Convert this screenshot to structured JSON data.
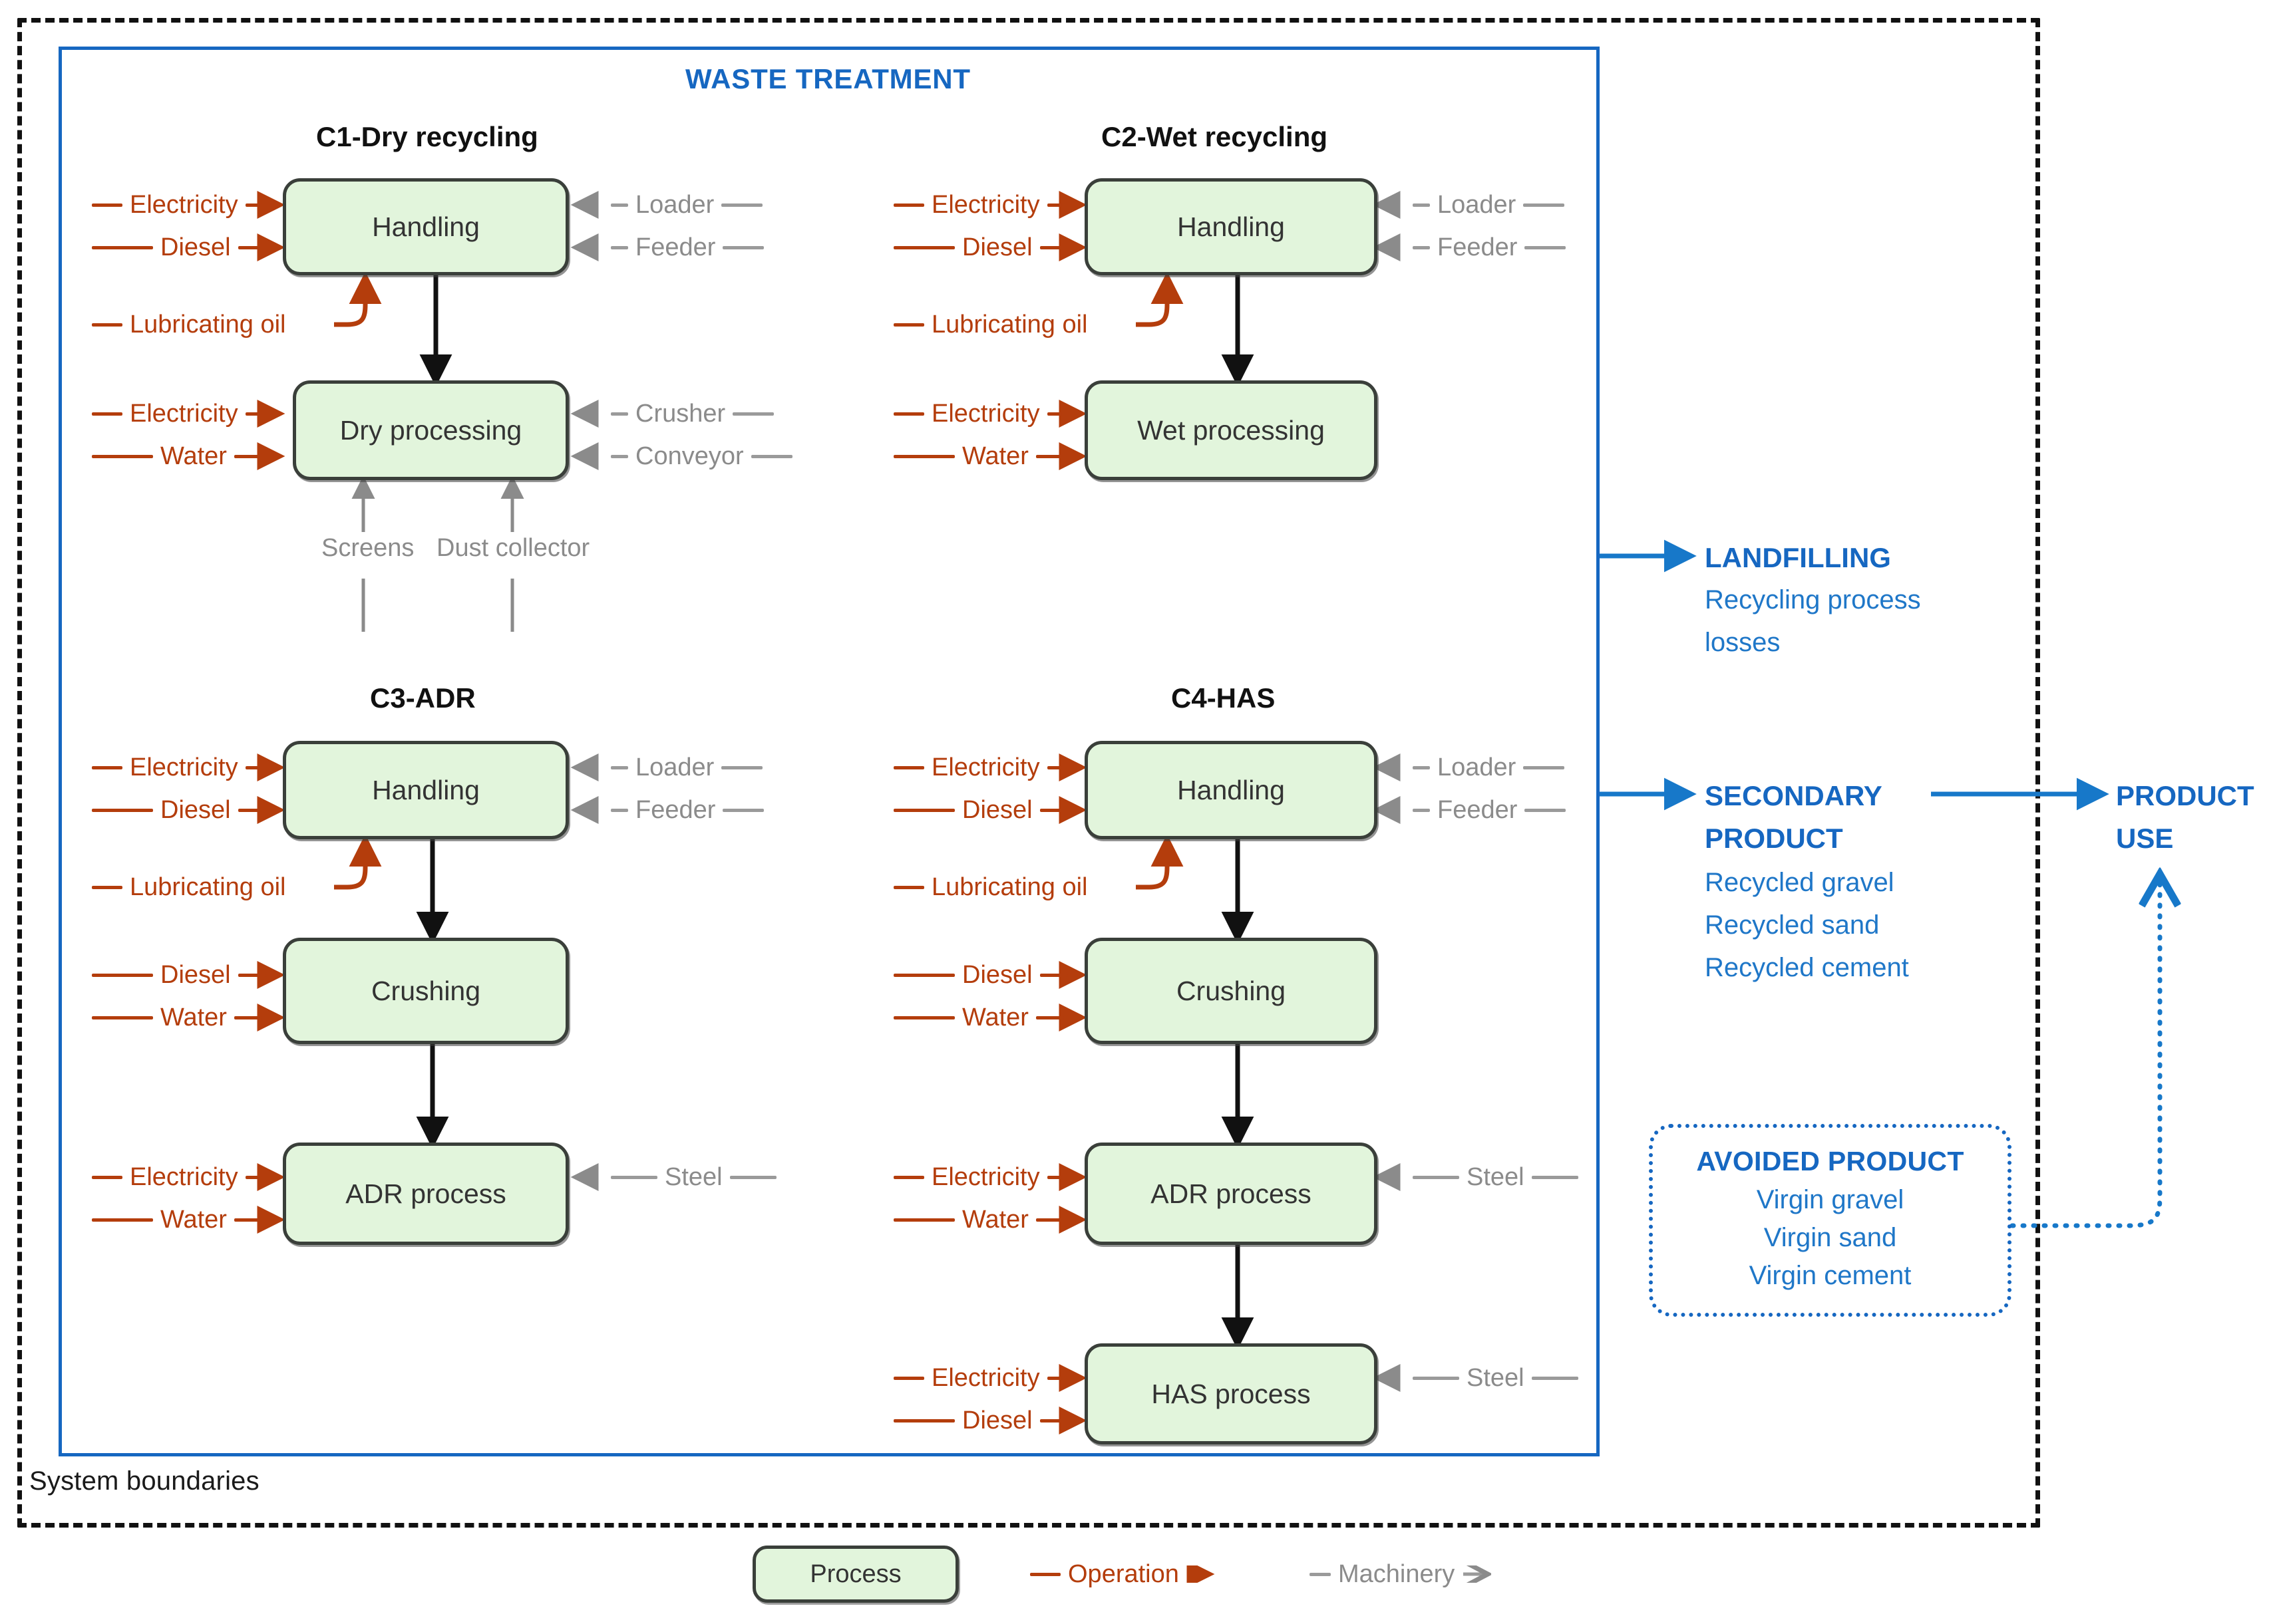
{
  "diagram": {
    "system_boundaries_label": "System boundaries",
    "waste_treatment_title": "WASTE TREATMENT",
    "colors": {
      "process_fill": "#e2f5dc",
      "process_border": "#3a3f3a",
      "operation": "#b43d0c",
      "machinery": "#9a9a9a",
      "blue": "#1667c1",
      "blue_light": "#1f77c8"
    }
  },
  "scenarios": [
    {
      "id": "c1",
      "title": "C1-Dry recycling",
      "steps": [
        {
          "name": "Handling",
          "operations": [
            "Electricity",
            "Diesel"
          ],
          "curved_operation": "Lubricating oil",
          "machinery": [
            "Loader",
            "Feeder"
          ],
          "bottom_machinery": []
        },
        {
          "name": "Dry processing",
          "operations": [
            "Electricity",
            "Water"
          ],
          "curved_operation": null,
          "machinery": [
            "Crusher",
            "Conveyor"
          ],
          "bottom_machinery": [
            "Screens",
            "Dust collector"
          ]
        }
      ]
    },
    {
      "id": "c2",
      "title": "C2-Wet recycling",
      "steps": [
        {
          "name": "Handling",
          "operations": [
            "Electricity",
            "Diesel"
          ],
          "curved_operation": "Lubricating oil",
          "machinery": [
            "Loader",
            "Feeder"
          ],
          "bottom_machinery": []
        },
        {
          "name": "Wet processing",
          "operations": [
            "Electricity",
            "Water"
          ],
          "curved_operation": null,
          "machinery": [],
          "bottom_machinery": []
        }
      ]
    },
    {
      "id": "c3",
      "title": "C3-ADR",
      "steps": [
        {
          "name": "Handling",
          "operations": [
            "Electricity",
            "Diesel"
          ],
          "curved_operation": "Lubricating oil",
          "machinery": [
            "Loader",
            "Feeder"
          ],
          "bottom_machinery": []
        },
        {
          "name": "Crushing",
          "operations": [
            "Diesel",
            "Water"
          ],
          "curved_operation": null,
          "machinery": [],
          "bottom_machinery": []
        },
        {
          "name": "ADR process",
          "operations": [
            "Electricity",
            "Water"
          ],
          "curved_operation": null,
          "machinery": [
            "Steel"
          ],
          "bottom_machinery": []
        }
      ]
    },
    {
      "id": "c4",
      "title": "C4-HAS",
      "steps": [
        {
          "name": "Handling",
          "operations": [
            "Electricity",
            "Diesel"
          ],
          "curved_operation": "Lubricating oil",
          "machinery": [
            "Loader",
            "Feeder"
          ],
          "bottom_machinery": []
        },
        {
          "name": "Crushing",
          "operations": [
            "Diesel",
            "Water"
          ],
          "curved_operation": null,
          "machinery": [],
          "bottom_machinery": []
        },
        {
          "name": "ADR process",
          "operations": [
            "Electricity",
            "Water"
          ],
          "curved_operation": null,
          "machinery": [
            "Steel"
          ],
          "bottom_machinery": []
        },
        {
          "name": "HAS process",
          "operations": [
            "Electricity",
            "Diesel"
          ],
          "curved_operation": null,
          "machinery": [
            "Steel"
          ],
          "bottom_machinery": []
        }
      ]
    }
  ],
  "outputs": {
    "landfilling": {
      "heading": "LANDFILLING",
      "lines": [
        "Recycling process",
        "losses"
      ]
    },
    "secondary_product": {
      "heading_line1": "SECONDARY",
      "heading_line2": "PRODUCT",
      "lines": [
        "Recycled gravel",
        "Recycled sand",
        "Recycled cement"
      ]
    },
    "product_use": {
      "heading_line1": "PRODUCT",
      "heading_line2": "USE"
    },
    "avoided_product": {
      "heading": "AVOIDED PRODUCT",
      "lines": [
        "Virgin gravel",
        "Virgin sand",
        "Virgin cement"
      ]
    }
  },
  "legend": {
    "process_label": "Process",
    "operation_label": "Operation",
    "machinery_label": "Machinery"
  }
}
